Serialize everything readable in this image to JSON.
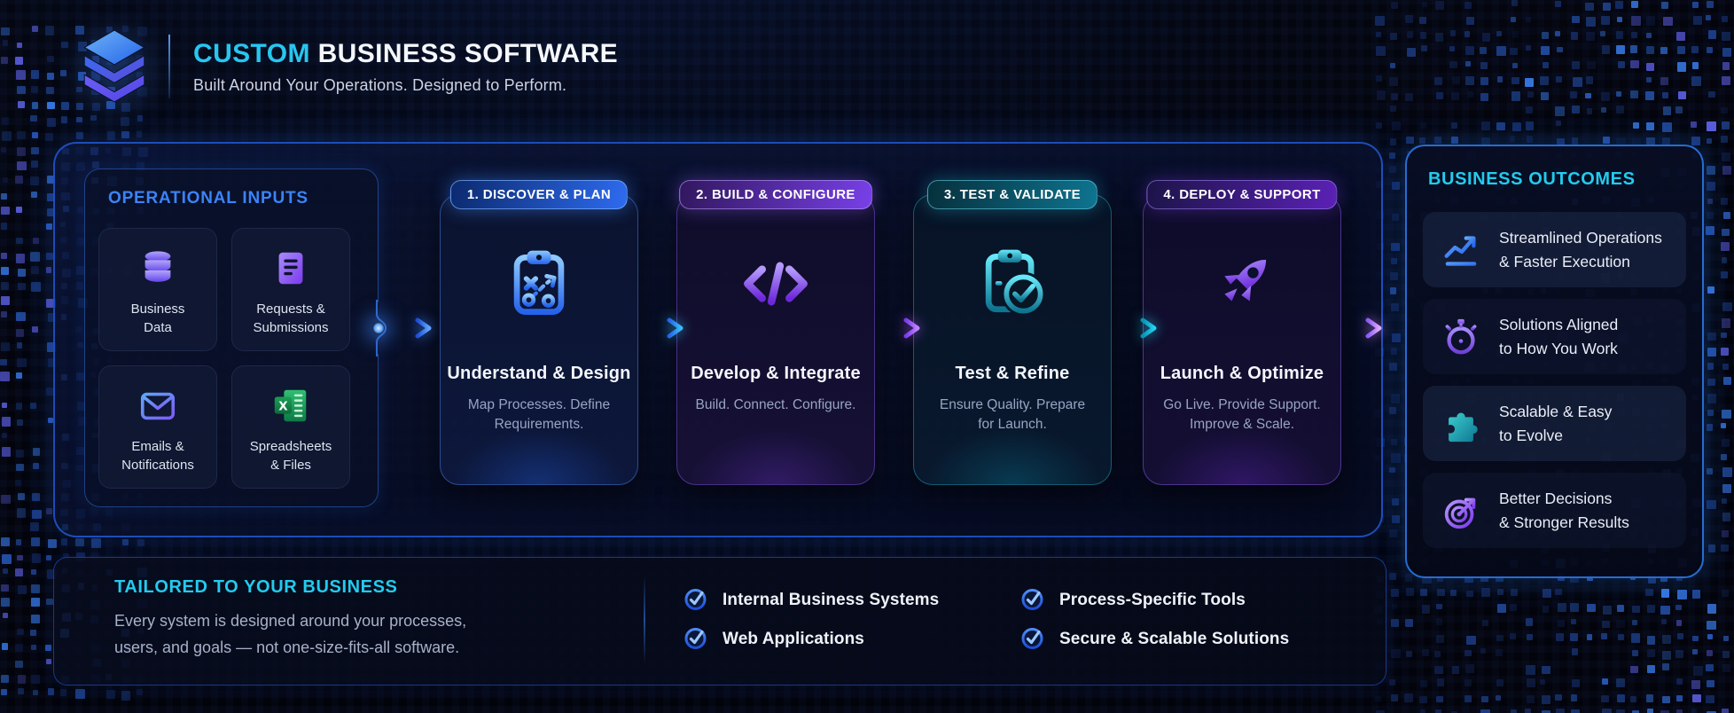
{
  "header": {
    "title_accent": "CUSTOM",
    "title_rest": " BUSINESS SOFTWARE",
    "subtitle": "Built Around Your Operations. Designed to Perform."
  },
  "flow": {
    "inputs": {
      "heading": "OPERATIONAL INPUTS",
      "items": [
        {
          "icon": "database-icon",
          "line1": "Business",
          "line2": "Data"
        },
        {
          "icon": "form-document-icon",
          "line1": "Requests &",
          "line2": "Submissions"
        },
        {
          "icon": "envelope-icon",
          "line1": "Emails &",
          "line2": "Notifications"
        },
        {
          "icon": "spreadsheet-excel-icon",
          "line1": "Spreadsheets",
          "line2": "& Files"
        }
      ]
    },
    "steps": [
      {
        "badge": "1. DISCOVER & PLAN",
        "title": "Understand & Design",
        "description": "Map Processes. Define Requirements.",
        "icon": "strategy-clipboard-icon"
      },
      {
        "badge": "2. BUILD & CONFIGURE",
        "title": "Develop & Integrate",
        "description": "Build. Connect. Configure.",
        "icon": "code-brackets-icon"
      },
      {
        "badge": "3. TEST & VALIDATE",
        "title": "Test & Refine",
        "description": "Ensure Quality. Prepare for Launch.",
        "icon": "clipboard-check-icon"
      },
      {
        "badge": "4. DEPLOY & SUPPORT",
        "title": "Launch & Optimize",
        "description": "Go Live. Provide Support. Improve & Scale.",
        "icon": "rocket-icon"
      }
    ]
  },
  "outcomes": {
    "heading": "BUSINESS OUTCOMES",
    "items": [
      {
        "icon": "trending-up-icon",
        "line1": "Streamlined Operations",
        "line2": "& Faster Execution"
      },
      {
        "icon": "stopwatch-icon",
        "line1": "Solutions Aligned",
        "line2": "to How You Work"
      },
      {
        "icon": "puzzle-piece-icon",
        "line1": "Scalable & Easy",
        "line2": "to Evolve"
      },
      {
        "icon": "target-arrow-icon",
        "line1": "Better Decisions",
        "line2": "& Stronger Results"
      }
    ]
  },
  "tailored": {
    "heading": "TAILORED TO YOUR BUSINESS",
    "body_line1": "Every system is designed around your processes,",
    "body_line2": "users, and goals — not one-size-fits-all software.",
    "checks": [
      "Internal Business Systems",
      "Web Applications",
      "Process-Specific Tools",
      "Secure & Scalable Solutions"
    ]
  },
  "colors": {
    "accent_cyan": "#27c6f0",
    "accent_blue": "#3b82f6",
    "accent_purple": "#8b5cf6",
    "accent_teal": "#22d3ee",
    "excel_green": "#1d9e55"
  }
}
